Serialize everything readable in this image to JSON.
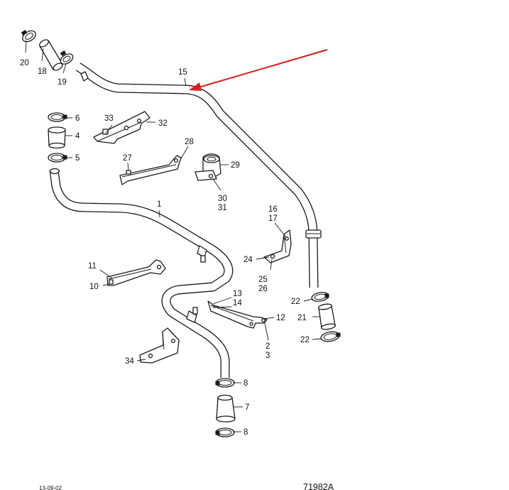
{
  "diagram": {
    "callout_numbers": {
      "n1": "1",
      "n2": "2",
      "n3": "3",
      "n4": "4",
      "n5": "5",
      "n6": "6",
      "n7": "7",
      "n8a": "8",
      "n8b": "8",
      "n10": "10",
      "n11": "11",
      "n12": "12",
      "n13": "13",
      "n14": "14",
      "n15": "15",
      "n16": "16",
      "n17": "17",
      "n18": "18",
      "n19": "19",
      "n20": "20",
      "n21": "21",
      "n22a": "22",
      "n22b": "22",
      "n24": "24",
      "n25": "25",
      "n26": "26",
      "n27": "27",
      "n28": "28",
      "n29": "29",
      "n30": "30",
      "n31": "31",
      "n32": "32",
      "n33": "33",
      "n34": "34"
    },
    "date_code": "13-09-02",
    "figure_id": "71982A",
    "colors": {
      "line": "#1a1a1a",
      "pointer_arrow": "#d42020",
      "background": "#ffffff"
    }
  }
}
